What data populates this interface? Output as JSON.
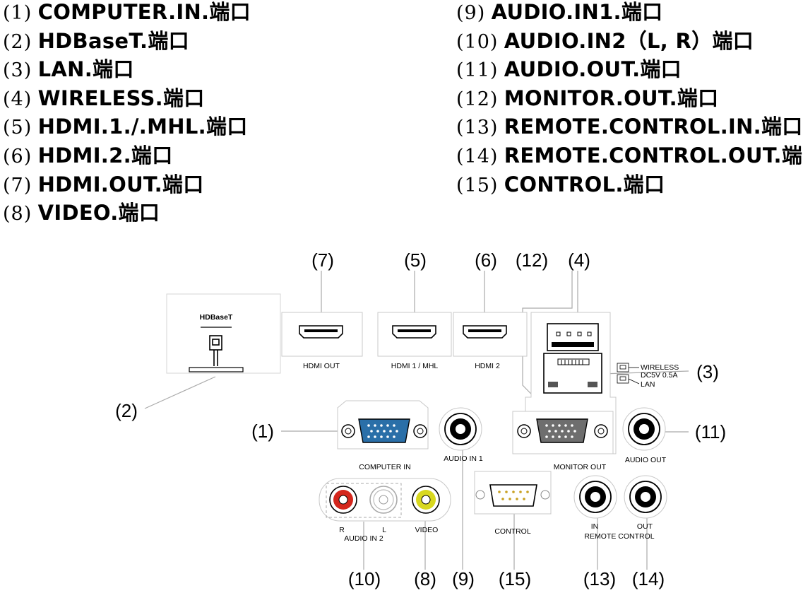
{
  "port_list_left": [
    {
      "num": "(1)",
      "label": "COMPUTER.IN.端口"
    },
    {
      "num": "(2)",
      "label": "HDBaseT.端口"
    },
    {
      "num": "(3)",
      "label": "LAN.端口"
    },
    {
      "num": "(4)",
      "label": "WIRELESS.端口"
    },
    {
      "num": "(5)",
      "label": "HDMI.1./.MHL.端口"
    },
    {
      "num": "(6)",
      "label": "HDMI.2.端口"
    },
    {
      "num": "(7)",
      "label": "HDMI.OUT.端口"
    },
    {
      "num": "(8)",
      "label": "VIDEO.端口"
    }
  ],
  "port_list_right": [
    {
      "num": "(9)",
      "label": "AUDIO.IN1.端口"
    },
    {
      "num": "(10)",
      "label": "AUDIO.IN2（L, R）端口"
    },
    {
      "num": "(11)",
      "label": "AUDIO.OUT.端口"
    },
    {
      "num": "(12)",
      "label": "MONITOR.OUT.端口"
    },
    {
      "num": "(13)",
      "label": "REMOTE.CONTROL.IN.端口"
    },
    {
      "num": "(14)",
      "label": "REMOTE.CONTROL.OUT.端口"
    },
    {
      "num": "(15)",
      "label": "CONTROL.端口"
    }
  ],
  "callouts": {
    "c1": "(1)",
    "c2": "(2)",
    "c3": "(3)",
    "c4": "(4)",
    "c5": "(5)",
    "c6": "(6)",
    "c7": "(7)",
    "c8": "(8)",
    "c9": "(9)",
    "c10": "(10)",
    "c11": "(11)",
    "c12": "(12)",
    "c13": "(13)",
    "c14": "(14)",
    "c15": "(15)"
  },
  "panel_labels": {
    "hdbaset": "HDBaseT",
    "hdmi_out": "HDMI OUT",
    "hdmi1_mhl": "HDMI 1 / MHL",
    "hdmi2": "HDMI 2",
    "wireless": "WIRELESS",
    "dc5v": "DC5V 0.5A",
    "lan": "LAN",
    "computer_in": "COMPUTER IN",
    "audio_in1": "AUDIO IN 1",
    "monitor_out": "MONITOR OUT",
    "audio_out": "AUDIO OUT",
    "r": "R",
    "l": "L",
    "video": "VIDEO",
    "audio_in2": "AUDIO IN 2",
    "control": "CONTROL",
    "in": "IN",
    "out": "OUT",
    "remote_control": "REMOTE CONTROL"
  },
  "colors": {
    "vga_blue": "#2a6fa8",
    "vga_gray": "#6e6e6e",
    "rca_red": "#d4261c",
    "rca_yellow": "#d8d81e",
    "panel_stroke": "#c8c8c8"
  }
}
